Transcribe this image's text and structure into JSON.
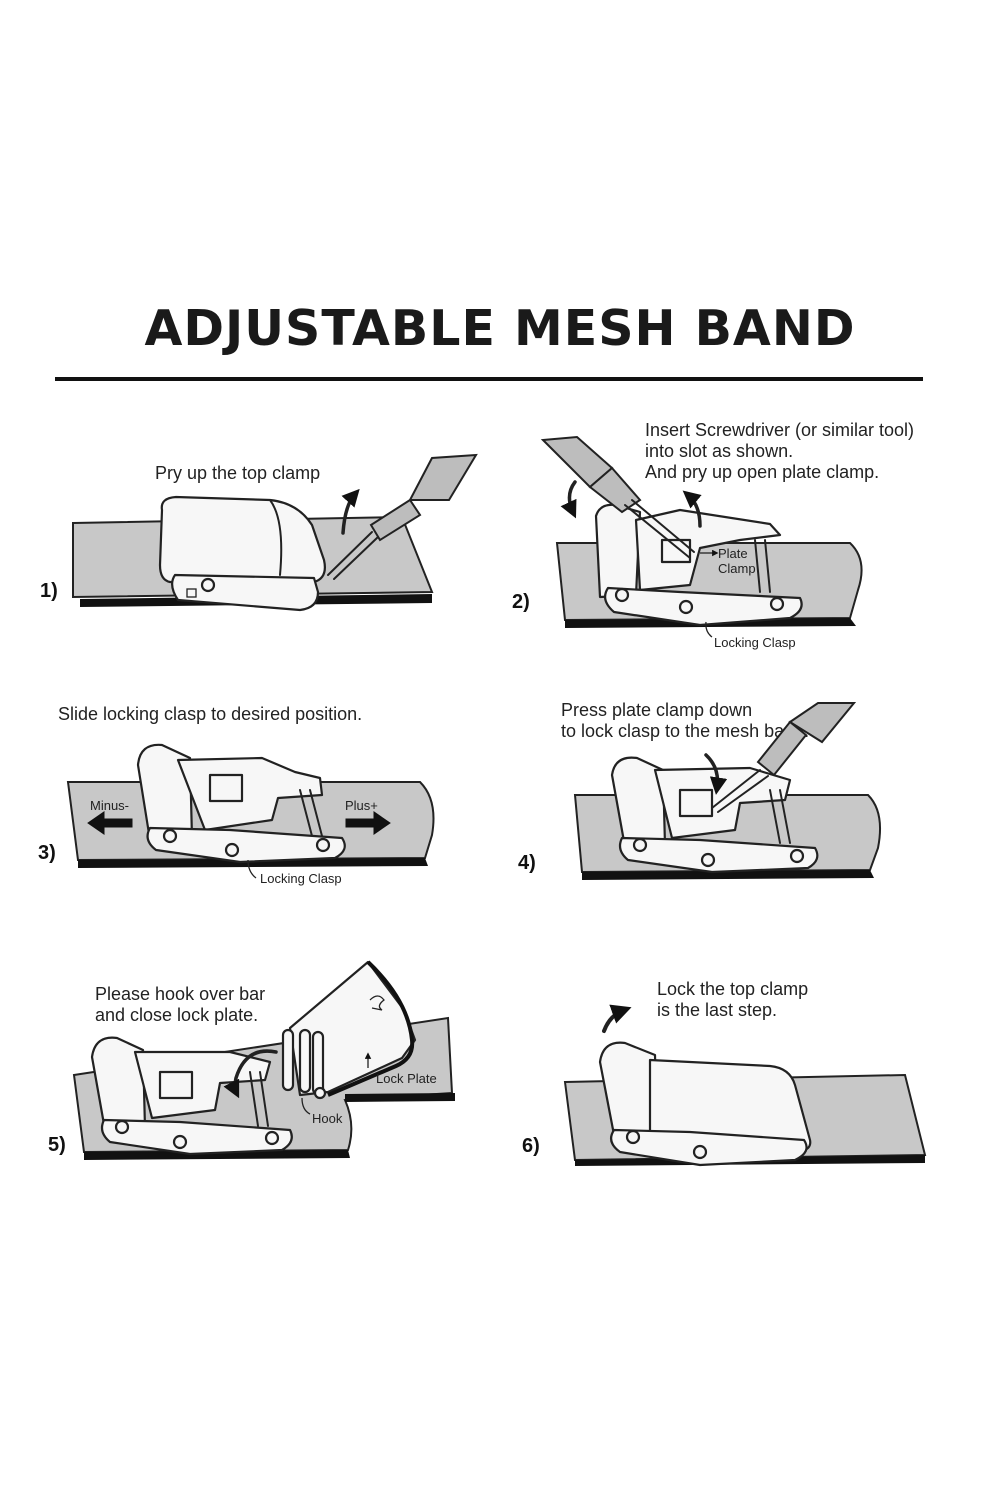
{
  "title": "ADJUSTABLE MESH BAND",
  "steps": [
    {
      "number": "1)",
      "caption": [
        "Pry up the top clamp"
      ]
    },
    {
      "number": "2)",
      "caption": [
        "Insert Screwdriver (or similar tool)",
        "into slot as shown.",
        "And pry up open plate clamp."
      ],
      "labels": {
        "plate_clamp_1": "Plate",
        "plate_clamp_2": "Clamp",
        "locking_clasp": "Locking Clasp"
      }
    },
    {
      "number": "3)",
      "caption": [
        "Slide locking clasp to desired position."
      ],
      "labels": {
        "minus": "Minus-",
        "plus": "Plus+",
        "locking_clasp": "Locking Clasp"
      }
    },
    {
      "number": "4)",
      "caption": [
        "Press plate clamp down",
        "to lock clasp to the mesh band."
      ]
    },
    {
      "number": "5)",
      "caption": [
        "Please hook over bar",
        "and close lock plate."
      ],
      "labels": {
        "lock_plate": "Lock Plate",
        "hook": "Hook"
      }
    },
    {
      "number": "6)",
      "caption": [
        "Lock the top clamp",
        "is the last step."
      ]
    }
  ],
  "colors": {
    "band": "#c8c8c8",
    "ink": "#222222",
    "clasp": "#f7f7f7"
  }
}
